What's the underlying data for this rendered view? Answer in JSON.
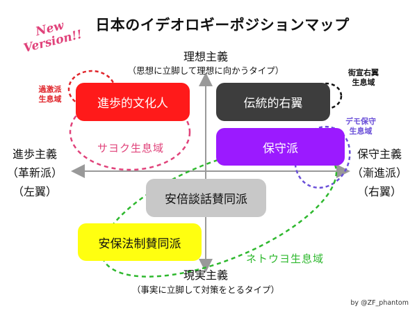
{
  "title": "日本のイデオロギーポジションマップ",
  "badge": {
    "line1": "New",
    "line2": "Version!!"
  },
  "axes": {
    "top": {
      "label": "理想主義",
      "sub": "（思想に立脚して理想に向かうタイプ）"
    },
    "bottom": {
      "label": "現実主義",
      "sub": "（事実に立脚して対策をとるタイプ）"
    },
    "left": {
      "line1": "進歩主義",
      "line2": "（革新派）",
      "line3": "（左翼）"
    },
    "right": {
      "line1": "保守主義",
      "line2": "（漸進派）",
      "line3": "（右翼）"
    }
  },
  "groups": [
    {
      "id": "shinpo",
      "label": "進歩的文化人",
      "color": "#ff1a1a"
    },
    {
      "id": "dento",
      "label": "伝統的右翼",
      "color": "#3d3d3d"
    },
    {
      "id": "hoshu",
      "label": "保守派",
      "color": "#9b1aff"
    },
    {
      "id": "abe_danwa",
      "label": "安倍談話賛同派",
      "color": "#c8c8c8"
    },
    {
      "id": "abe_hoan",
      "label": "安保法制賛同派",
      "color": "#ffff10"
    }
  ],
  "regions": {
    "sayoku": {
      "label": "サヨク生息域",
      "color": "#e0427a"
    },
    "netouyo": {
      "label": "ネトウヨ生息域",
      "color": "#2eb82e"
    },
    "kagekiha": {
      "line1": "過激派",
      "line2": "生息域",
      "color": "#e0242a"
    },
    "gaisen": {
      "line1": "街宣右翼",
      "line2": "生息域",
      "color": "#111111"
    },
    "demo": {
      "line1": "デモ保守",
      "line2": "生息域",
      "color": "#6a4fd8"
    }
  },
  "credit": "by @ZF_phantom"
}
